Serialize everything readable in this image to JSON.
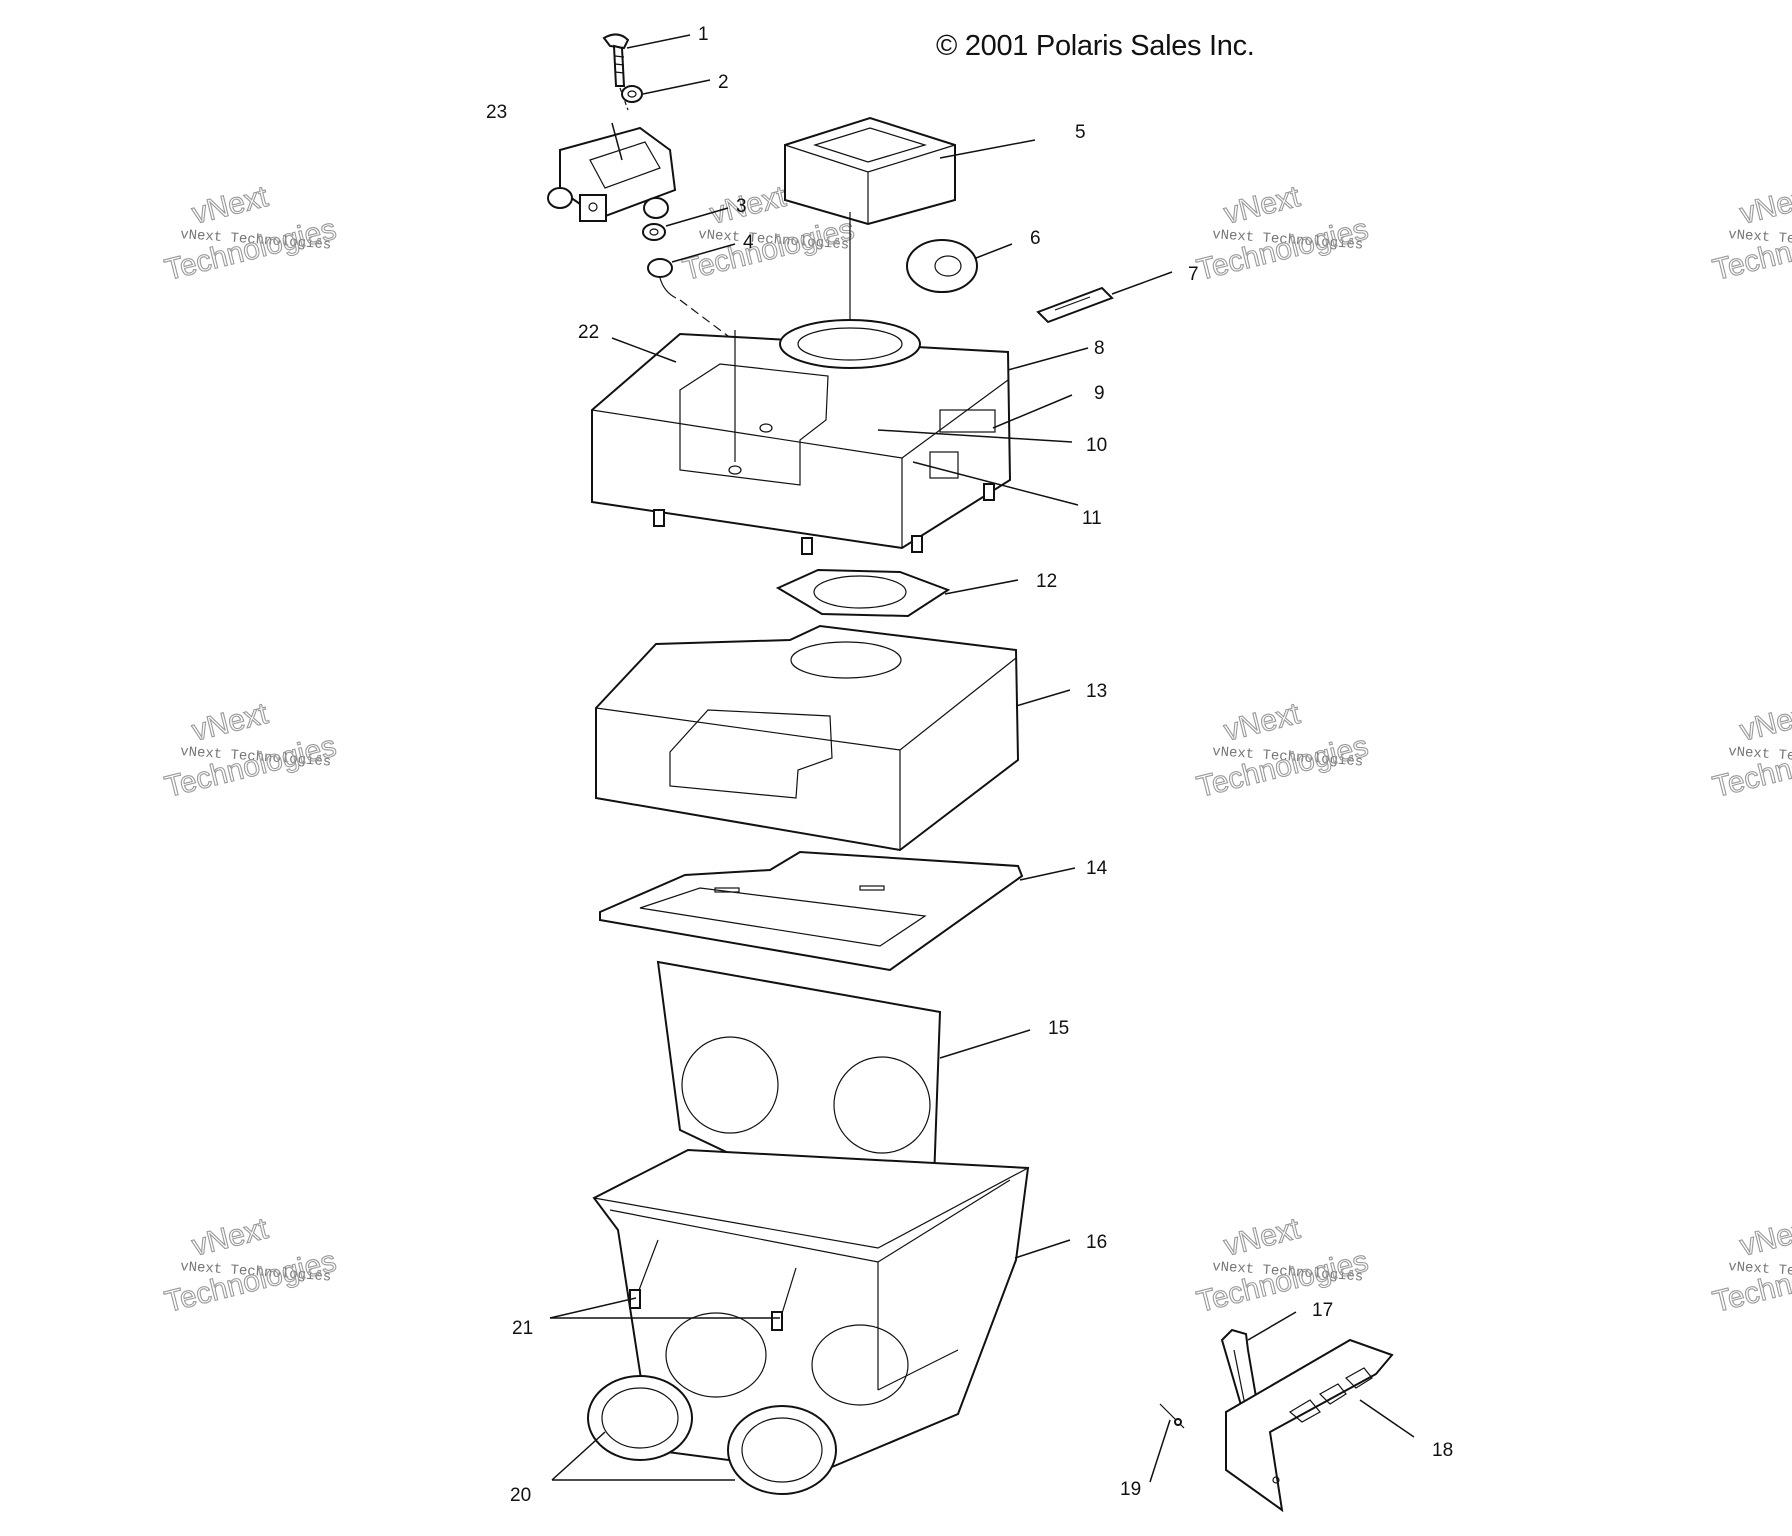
{
  "copyright": "© 2001 Polaris Sales Inc.",
  "watermark": {
    "line1": "vNext Technologies",
    "line2": "vNext",
    "line3": "Technologies"
  },
  "callouts": [
    {
      "label": "1"
    },
    {
      "label": "2"
    },
    {
      "label": "3"
    },
    {
      "label": "4"
    },
    {
      "label": "5"
    },
    {
      "label": "6"
    },
    {
      "label": "7"
    },
    {
      "label": "8"
    },
    {
      "label": "9"
    },
    {
      "label": "10"
    },
    {
      "label": "11"
    },
    {
      "label": "12"
    },
    {
      "label": "13"
    },
    {
      "label": "14"
    },
    {
      "label": "15"
    },
    {
      "label": "16"
    },
    {
      "label": "17"
    },
    {
      "label": "18"
    },
    {
      "label": "19"
    },
    {
      "label": "20"
    },
    {
      "label": "21"
    },
    {
      "label": "22"
    },
    {
      "label": "23"
    }
  ]
}
